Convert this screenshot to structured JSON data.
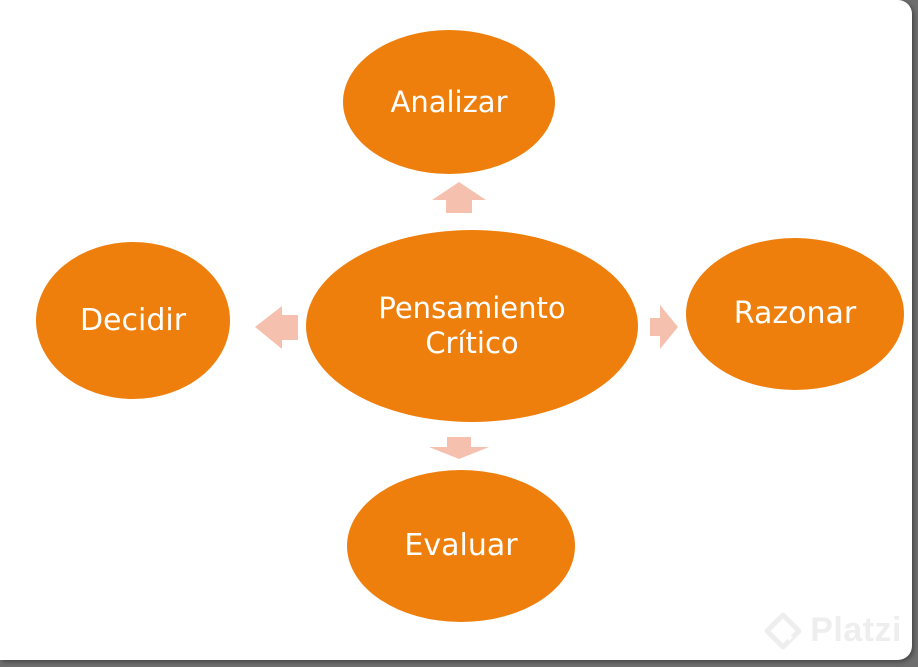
{
  "diagram": {
    "center": {
      "label": "Pensamiento\nCrítico"
    },
    "top": {
      "label": "Analizar"
    },
    "right": {
      "label": "Razonar"
    },
    "bottom": {
      "label": "Evaluar"
    },
    "left": {
      "label": "Decidir"
    }
  },
  "colors": {
    "node_fill": "#ee7f0d",
    "arrow_fill": "#f6c0ae",
    "node_text": "#ffffff"
  },
  "watermark": {
    "icon": "platzi-logo-icon",
    "text": "Platzi"
  }
}
